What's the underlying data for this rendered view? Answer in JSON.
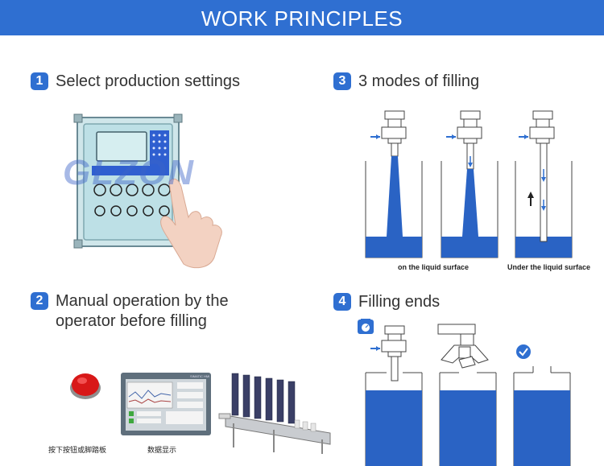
{
  "header": {
    "title": "WORK PRINCIPLES"
  },
  "steps": [
    {
      "number": "1",
      "line1": "Select production settings",
      "line2": ""
    },
    {
      "number": "2",
      "line1": "Manual operation by the",
      "line2": "operator before filling"
    },
    {
      "number": "3",
      "line1": "3 modes of filling",
      "line2": ""
    },
    {
      "number": "4",
      "line1": "Filling ends",
      "line2": ""
    }
  ],
  "watermark": "GLZON",
  "filling_modes": {
    "label_on_surface": "on the liquid surface",
    "label_under_surface": "Under the liquid surface"
  },
  "operation_labels": {
    "press_button": "按下按钮或脚踏板",
    "data_display": "数据显示"
  },
  "colors": {
    "accent": "#2f6fd1",
    "header": "#2f6fd1",
    "liquid": "#2a63c4"
  }
}
